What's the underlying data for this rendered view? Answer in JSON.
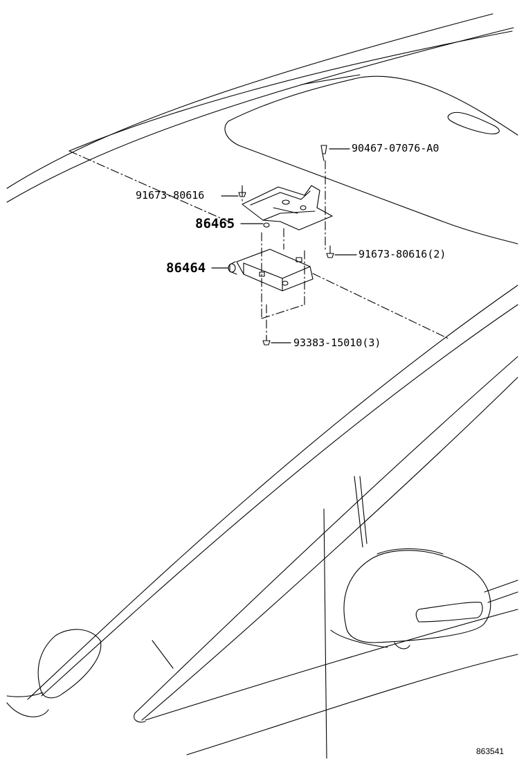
{
  "parts": [
    {
      "id": "screw-top",
      "number": "90467-07076-A0"
    },
    {
      "id": "bolt-left",
      "number": "91673-80616"
    },
    {
      "id": "bracket",
      "number": "86465"
    },
    {
      "id": "bolt-right",
      "number": "91673-80616(2)"
    },
    {
      "id": "module",
      "number": "86464"
    },
    {
      "id": "bolt-bottom",
      "number": "93383-15010(3)"
    }
  ],
  "figure_id": "863541",
  "colors": {
    "line": "#000000",
    "background": "#ffffff"
  }
}
